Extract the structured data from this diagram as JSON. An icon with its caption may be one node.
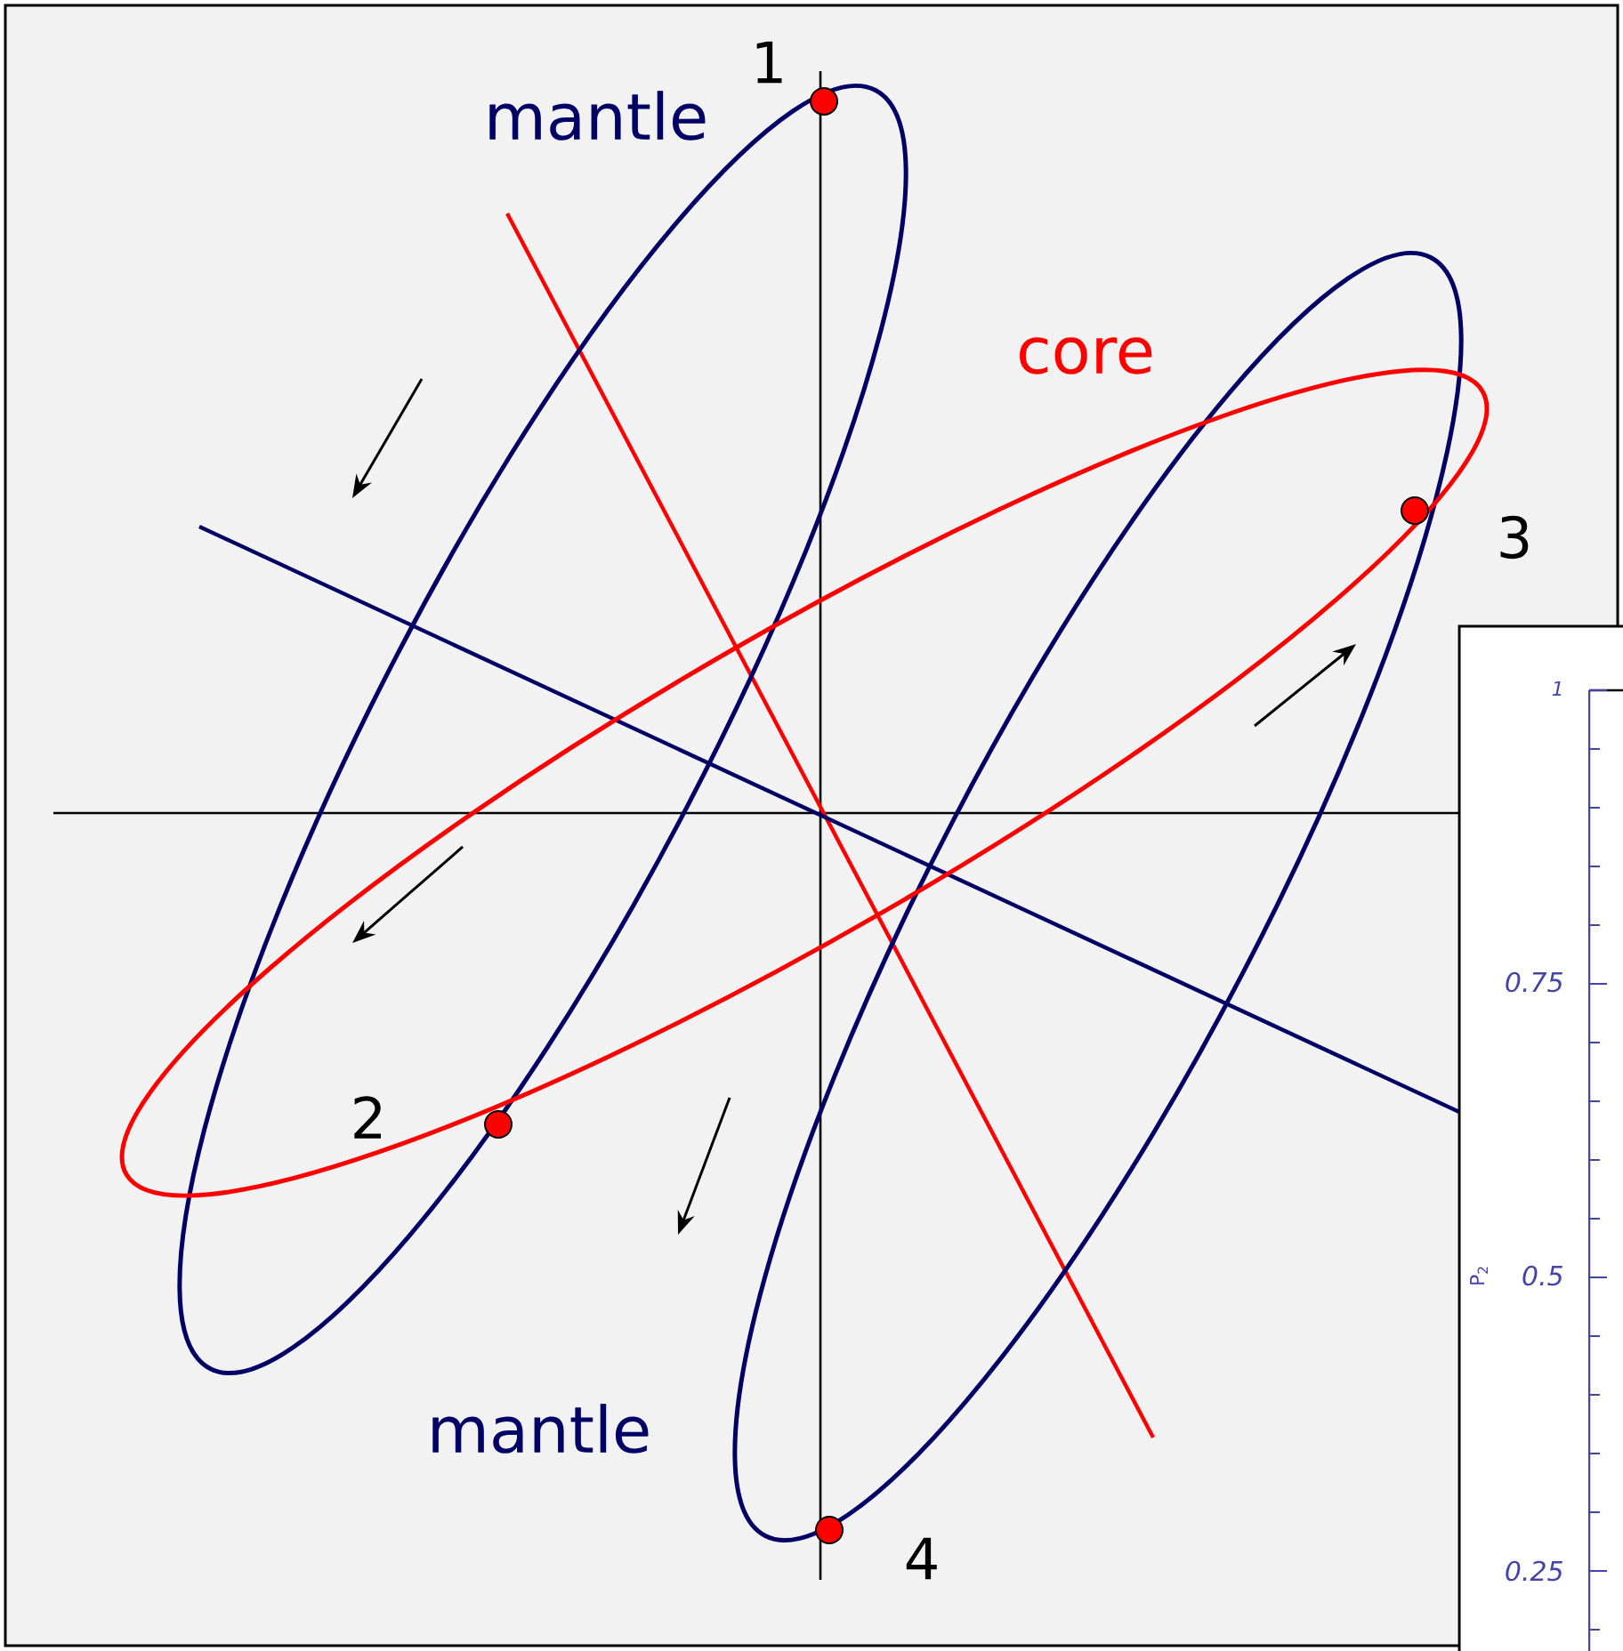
{
  "diagram": {
    "labels": [
      "mantle",
      "1",
      "core",
      "3",
      "2",
      "mantle",
      "4",
      "1",
      "0.75",
      "P$_{2}$",
      "0.5",
      "0.25"
    ]
  }
}
